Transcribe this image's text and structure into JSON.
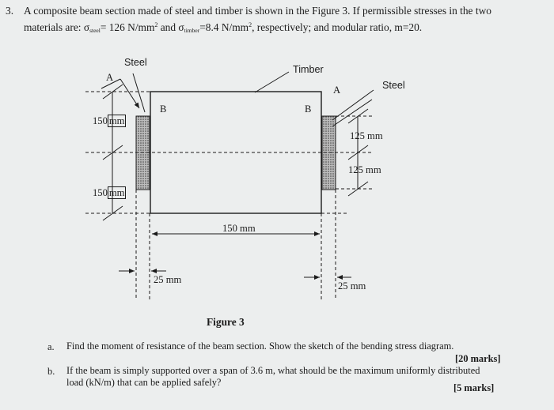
{
  "question": {
    "number": "3.",
    "line1": "A composite beam section made of steel and timber is shown in the Figure 3. If permissible stresses in the two",
    "line2_prefix": "materials are: σ",
    "steel_sub": "steel",
    "eq1": "= 126 N/mm",
    "sup2": "2",
    "and": " and σ",
    "timber_sub": "timber",
    "eq2": "=8.4 N/mm",
    "tail": ", respectively; and modular ratio, m=20."
  },
  "figure": {
    "label_steel_left": "Steel",
    "label_timber": "Timber",
    "label_steel_right": "Steel",
    "label_a_left": "A",
    "label_a_right": "A",
    "label_b_left": "B",
    "label_b_right": "B",
    "dim_150_upper": "150",
    "dim_mm_upper": "mm",
    "dim_150_lower": "150",
    "dim_mm_lower": "mm",
    "dim_125_upper": "125 mm",
    "dim_125_lower": "125 mm",
    "dim_width": "150 mm",
    "dim_plate_left": "25 mm",
    "dim_plate_right": "25 mm",
    "caption": "Figure 3"
  },
  "parts": {
    "a_label": "a.",
    "a_text": "Find the moment of resistance of the beam section. Show the sketch of the bending stress diagram.",
    "a_marks": "[20 marks]",
    "b_label": "b.",
    "b_text1": "If the beam is simply supported over a span of 3.6 m, what should be the maximum uniformly distributed",
    "b_text2": "load (kN/m) that can be applied safely?",
    "b_marks": "[5 marks]"
  },
  "colors": {
    "ink": "#1b1b1b",
    "paper": "#eceeee"
  }
}
